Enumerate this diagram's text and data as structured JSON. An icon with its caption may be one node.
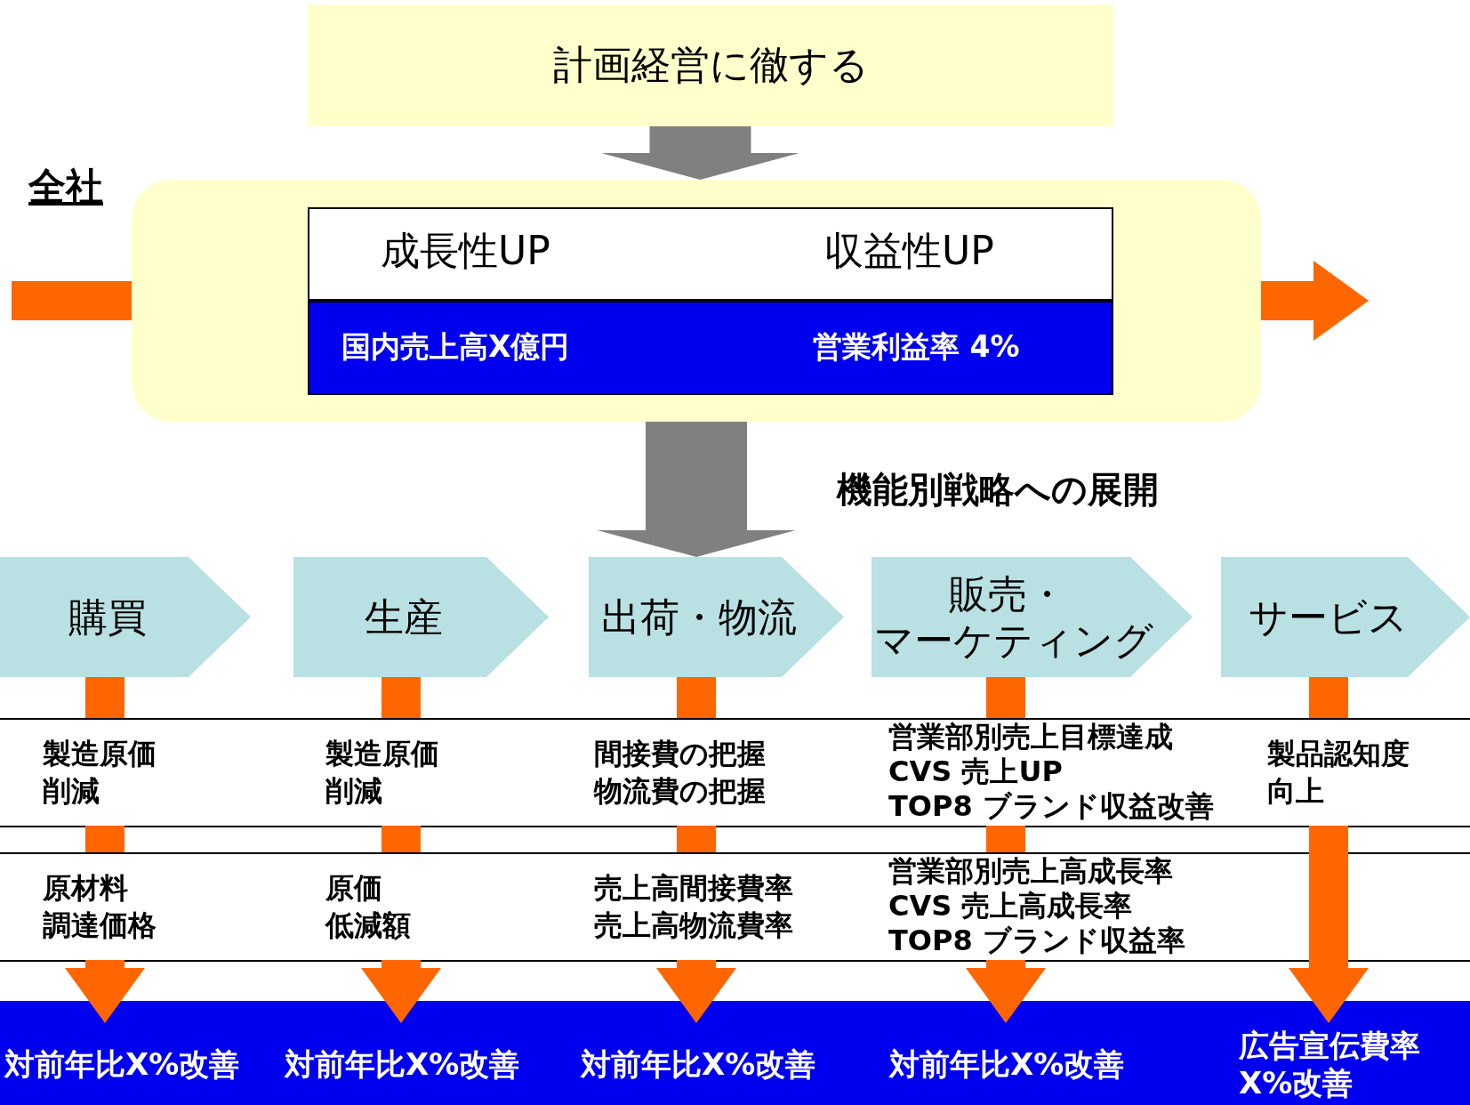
{
  "diagram": {
    "nodes": [
      {
        "text": [
          "計画経営に徹する"
        ]
      },
      {
        "text": [
          "全社"
        ]
      },
      {
        "text": [
          "成長性UP",
          "収益性UP"
        ],
        "in": 1
      },
      {
        "text": [
          "国内売上高X億円",
          "営業利益率 4%"
        ],
        "in": 1
      },
      {
        "text": [
          "購買"
        ]
      },
      {
        "text": [
          "生産"
        ]
      },
      {
        "text": [
          "出荷・物流"
        ]
      },
      {
        "text": [
          "販売・マーケティング"
        ]
      },
      {
        "text": [
          "サービス"
        ]
      },
      {
        "text": [
          "製造原価削減"
        ]
      },
      {
        "text": [
          "製造原価削減"
        ]
      },
      {
        "text": [
          "間接費の把握",
          "物流費の把握"
        ]
      },
      {
        "text": [
          "営業部別売上目標達成",
          "CVS 売上UP",
          "TOP8 ブランド収益改善"
        ]
      },
      {
        "text": [
          "製品認知度向上"
        ]
      },
      {
        "text": [
          "原材料調達価格"
        ]
      },
      {
        "text": [
          "原価低減額"
        ]
      },
      {
        "text": [
          "売上高間接費率",
          "売上高物流費率"
        ]
      },
      {
        "text": [
          "営業部別売上高成長率",
          "CVS 売上高成長率",
          "TOP8 ブランド収益率"
        ]
      },
      {
        "text": [
          "対前年比X%改善"
        ]
      },
      {
        "text": [
          "対前年比X%改善"
        ]
      },
      {
        "text": [
          "対前年比X%改善"
        ]
      },
      {
        "text": [
          "対前年比X%改善"
        ]
      },
      {
        "text": [
          "広告宣伝費率X%改善"
        ]
      }
    ],
    "edges": [
      {
        "from": 0,
        "to": 1,
        "arrow": "to",
        "style": "thick",
        "color": "#808080"
      },
      {
        "from": null,
        "to": 1,
        "arrow": "none"
      },
      {
        "from": 1,
        "to": null,
        "arrow": "to"
      },
      {
        "from": 1,
        "to": 6,
        "arrow": "to",
        "style": "thick",
        "color": "#808080",
        "label": "機能別戦略への展開"
      },
      {
        "from": 4,
        "to": 9,
        "arrow": "none"
      },
      {
        "from": 9,
        "to": 14,
        "arrow": "none"
      },
      {
        "from": 14,
        "to": 18,
        "arrow": "to"
      },
      {
        "from": 5,
        "to": 10,
        "arrow": "none"
      },
      {
        "from": 10,
        "to": 15,
        "arrow": "none"
      },
      {
        "from": 15,
        "to": 19,
        "arrow": "to"
      },
      {
        "from": 6,
        "to": 11,
        "arrow": "none"
      },
      {
        "from": 11,
        "to": 16,
        "arrow": "none"
      },
      {
        "from": 16,
        "to": 20,
        "arrow": "to"
      },
      {
        "from": 7,
        "to": 12,
        "arrow": "none"
      },
      {
        "from": 12,
        "to": 17,
        "arrow": "none"
      },
      {
        "from": 17,
        "to": 21,
        "arrow": "to"
      },
      {
        "from": 8,
        "to": 13,
        "arrow": "none"
      },
      {
        "from": 13,
        "to": 22,
        "arrow": "to"
      }
    ]
  }
}
